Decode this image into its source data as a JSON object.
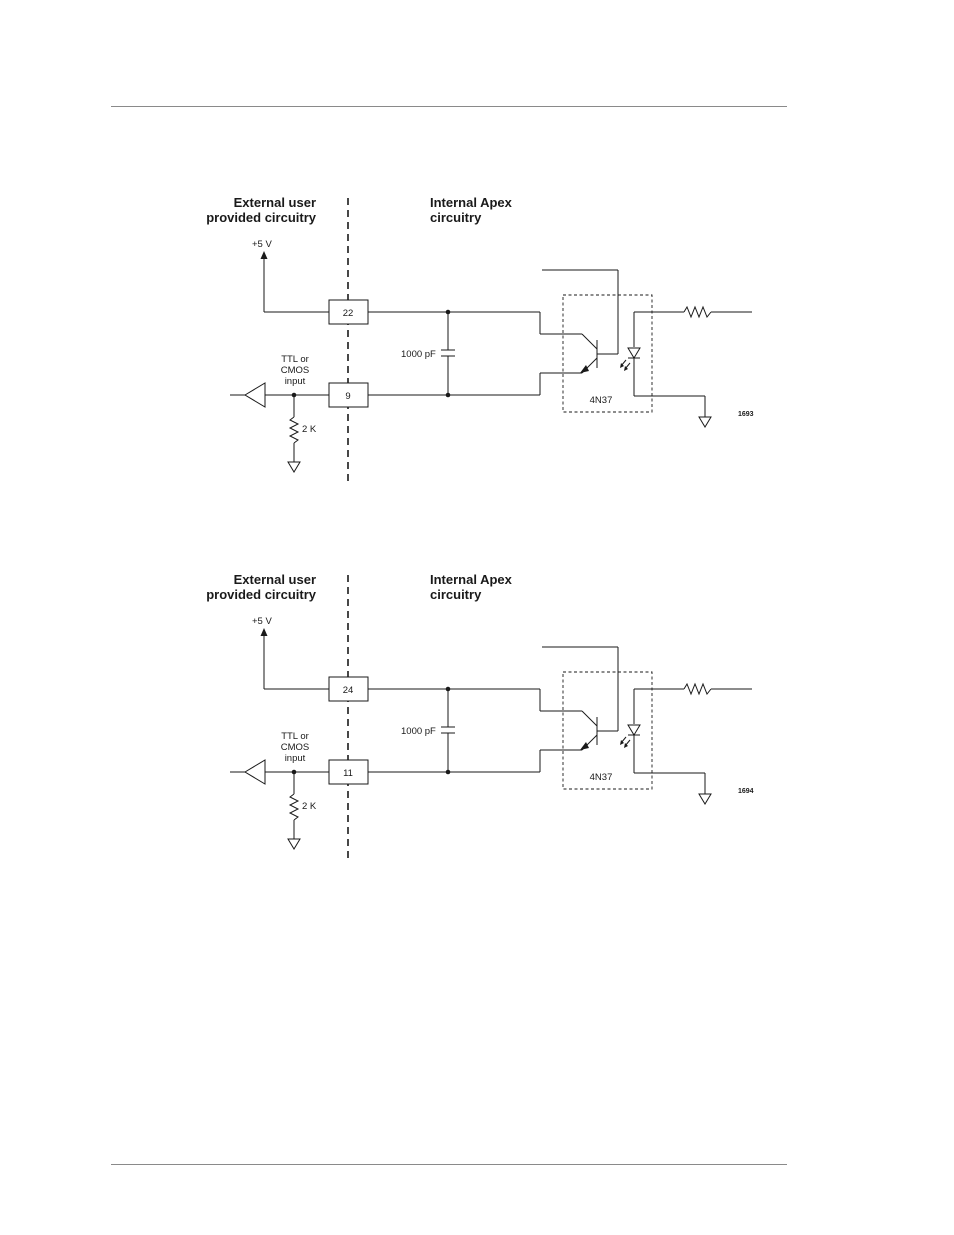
{
  "page": {
    "colors": {
      "ink": "#1a1a1a",
      "rule": "#8a8a8a",
      "background": "#ffffff"
    }
  },
  "diagrams": [
    {
      "external_label_line1": "External user",
      "external_label_line2": "provided circuitry",
      "internal_label_line1": "Internal Apex",
      "internal_label_line2": "circuitry",
      "supply_label": "+5 V",
      "input_label_line1": "TTL or",
      "input_label_line2": "CMOS",
      "input_label_line3": "input",
      "resistor_label": "2 K",
      "capacitor_label": "1000 pF",
      "pin_top": "22",
      "pin_bottom": "9",
      "optocoupler_label": "4N37",
      "figure_number": "1693"
    },
    {
      "external_label_line1": "External user",
      "external_label_line2": "provided circuitry",
      "internal_label_line1": "Internal Apex",
      "internal_label_line2": "circuitry",
      "supply_label": "+5 V",
      "input_label_line1": "TTL or",
      "input_label_line2": "CMOS",
      "input_label_line3": "input",
      "resistor_label": "2 K",
      "capacitor_label": "1000 pF",
      "pin_top": "24",
      "pin_bottom": "11",
      "optocoupler_label": "4N37",
      "figure_number": "1694"
    }
  ]
}
